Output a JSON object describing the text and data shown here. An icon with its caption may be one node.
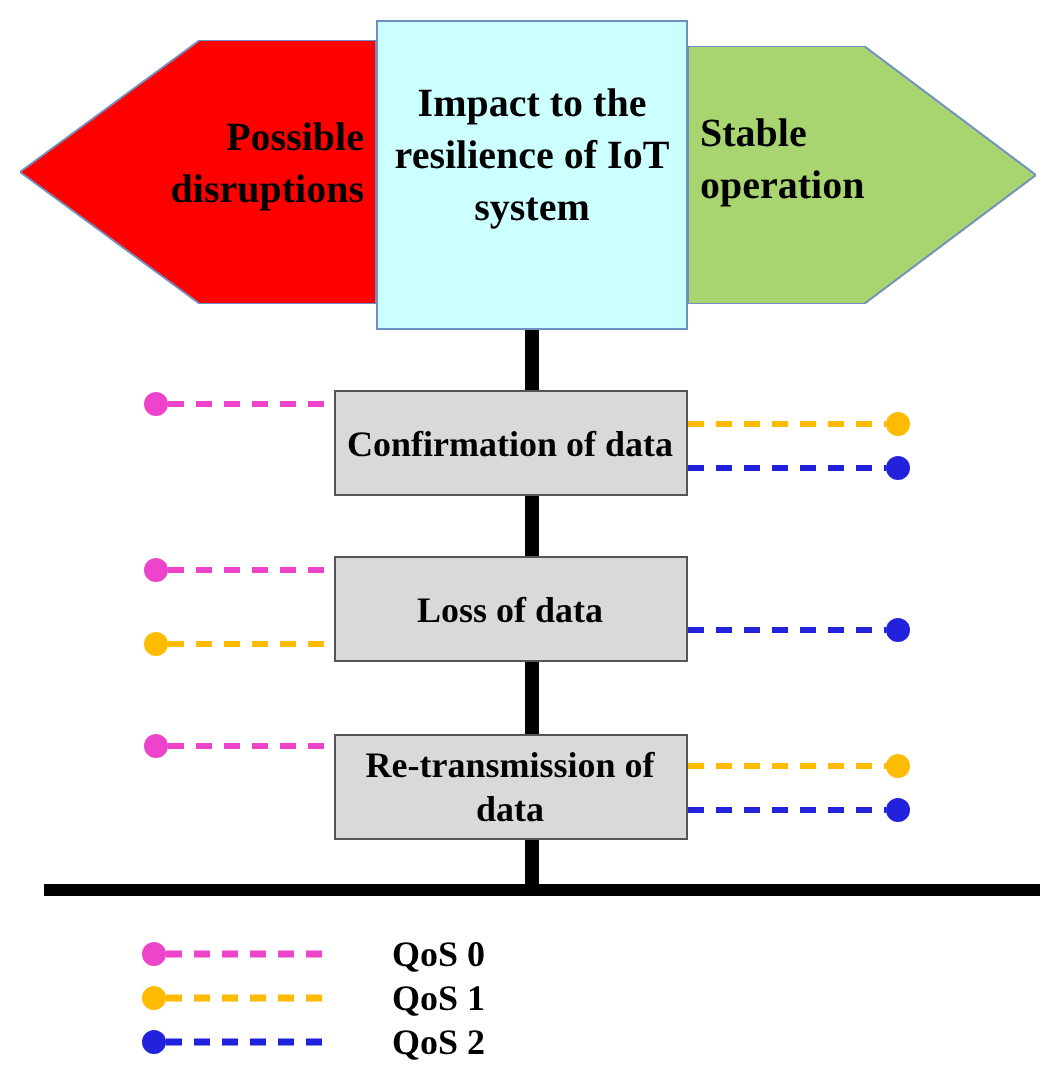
{
  "diagram": {
    "nodes": [
      {
        "text": [
          "Possible disruptions"
        ]
      },
      {
        "text": [
          "Impact to the resilience of IoT system"
        ]
      },
      {
        "text": [
          "Stable operation"
        ]
      },
      {
        "text": [
          "Confirmation of data"
        ]
      },
      {
        "text": [
          "Loss of data"
        ]
      },
      {
        "text": [
          "Re-transmission of data"
        ]
      },
      {
        "text": [],
        "shape": "bar"
      },
      {
        "text": [],
        "shape": "circle"
      },
      {
        "text": [],
        "shape": "circle"
      },
      {
        "text": [],
        "shape": "circle"
      },
      {
        "text": [],
        "shape": "circle"
      },
      {
        "text": [],
        "shape": "circle"
      },
      {
        "text": [],
        "shape": "circle"
      },
      {
        "text": [],
        "shape": "circle"
      },
      {
        "text": [],
        "shape": "circle"
      },
      {
        "text": [],
        "shape": "circle"
      }
    ],
    "edges": [
      {
        "from": 1,
        "to": 3,
        "arrow": "none",
        "style": "thick"
      },
      {
        "from": 3,
        "to": 4,
        "arrow": "none",
        "style": "thick"
      },
      {
        "from": 4,
        "to": 5,
        "arrow": "none",
        "style": "thick"
      },
      {
        "from": 5,
        "to": 6,
        "arrow": "none",
        "style": "thick"
      },
      {
        "from": 7,
        "to": 3,
        "arrow": "none",
        "style": "dashed",
        "color": "#ee44cc"
      },
      {
        "from": 3,
        "to": 8,
        "arrow": "none",
        "style": "dashed",
        "color": "#ffbb00"
      },
      {
        "from": 3,
        "to": 9,
        "arrow": "none",
        "style": "dashed",
        "color": "#2222dd"
      },
      {
        "from": 10,
        "to": 4,
        "arrow": "none",
        "style": "dashed",
        "color": "#ee44cc"
      },
      {
        "from": 11,
        "to": 4,
        "arrow": "none",
        "style": "dashed",
        "color": "#ffbb00"
      },
      {
        "from": 4,
        "to": 12,
        "arrow": "none",
        "style": "dashed",
        "color": "#2222dd"
      },
      {
        "from": 13,
        "to": 5,
        "arrow": "none",
        "style": "dashed",
        "color": "#ee44cc"
      },
      {
        "from": 5,
        "to": 14,
        "arrow": "none",
        "style": "dashed",
        "color": "#ffbb00"
      },
      {
        "from": 5,
        "to": 15,
        "arrow": "none",
        "style": "dashed",
        "color": "#2222dd"
      }
    ],
    "legend": [
      {
        "text": "QoS 0",
        "color": "#ee44cc"
      },
      {
        "text": "QoS 1",
        "color": "#ffbb00"
      },
      {
        "text": "QoS 2",
        "color": "#2222dd"
      }
    ]
  }
}
